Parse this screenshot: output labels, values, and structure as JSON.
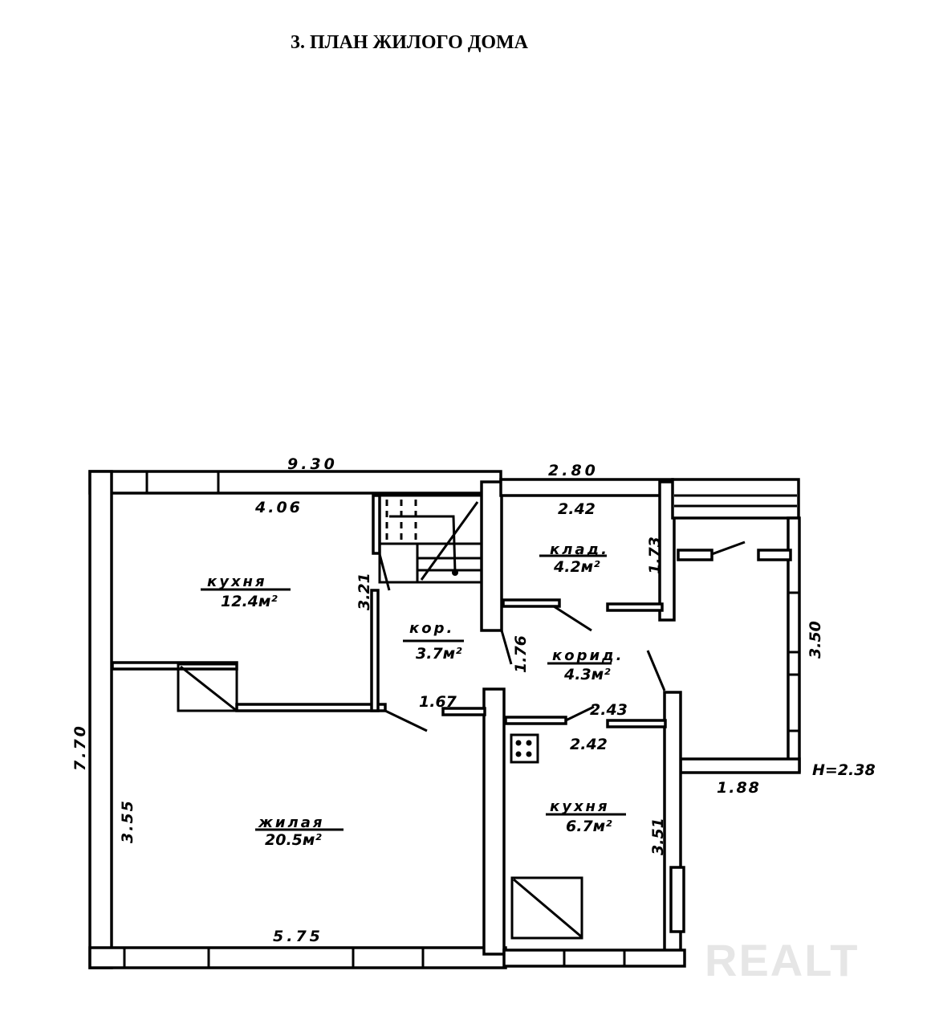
{
  "title": "3. ПЛАН ЖИЛОГО ДОМА",
  "rooms": [
    {
      "name": "кухня",
      "area": "12.4м²"
    },
    {
      "name": "кор.",
      "area": "3.7м²"
    },
    {
      "name": "клад.",
      "area": "4.2м²"
    },
    {
      "name": "корид.",
      "area": "4.3м²"
    },
    {
      "name": "жилая",
      "area": "20.5м²"
    },
    {
      "name": "кухня",
      "area": "6.7м²"
    }
  ],
  "dimensions": {
    "total_width": "9.30",
    "annex_width": "2.80",
    "kitchen_width": "4.06",
    "pantry_width": "2.42",
    "pantry_depth": "1.73",
    "kitchen_depth": "3.21",
    "corridor_depth": "1.76",
    "corridor_width": "1.67",
    "corridor2_width": "2.43",
    "kitchen2_width": "2.42",
    "veranda_depth": "3.50",
    "veranda_width": "1.88",
    "height": "H=2.38",
    "total_depth": "7.70",
    "living_depth": "3.55",
    "kitchen2_depth": "3.51",
    "living_width": "5.75"
  },
  "watermark": "REALT"
}
